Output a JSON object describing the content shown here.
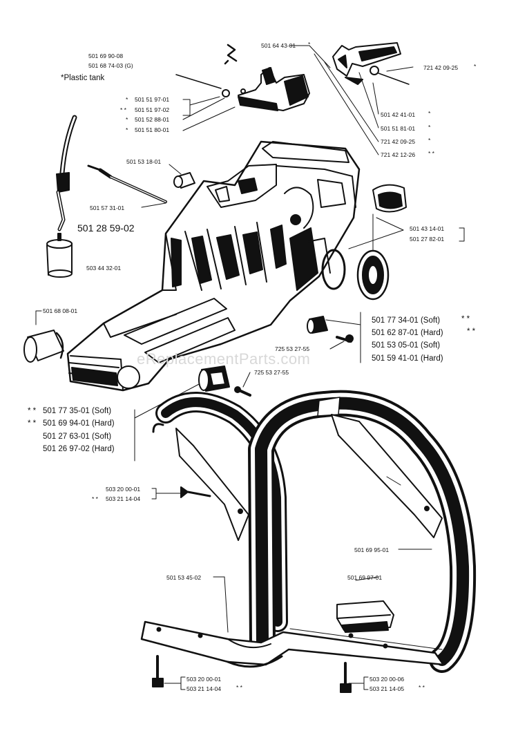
{
  "labels": {
    "filler_cap_1": "501 69 90-08",
    "filler_cap_2": "501 68 74-03 (G)",
    "plastic_tank": "*Plastic tank",
    "filter_1": "501 51 97-01",
    "filter_2": "501 51 97-02",
    "filter_3": "501 52 88-01",
    "filter_4": "501 51 80-01",
    "spring_top": "501 64 43-01",
    "screw_top_right": "721 42 09-25",
    "trigger_1": "501 42 41-01",
    "trigger_2": "501 51 81-01",
    "trigger_3": "721 42 09-25",
    "trigger_4": "721 42 12-26",
    "grommet": "501 53 18-01",
    "rod": "501 57 31-01",
    "fuel_hose": "501 28 59-02",
    "fuel_filter": "503 44 32-01",
    "buffer_right_1": "501 43 14-01",
    "buffer_right_2": "501 27 82-01",
    "av_left": "501 68 08-01",
    "av_right_1": "501 77 34-01 (Soft)",
    "av_right_2": "501 62 87-01 (Hard)",
    "av_right_3": "501 53 05-01 (Soft)",
    "av_right_4": "501 59 41-01 (Hard)",
    "screw_mid_1": "725 53 27-55",
    "screw_mid_2": "725 53 27-55",
    "av_lower_1": "501 77 35-01 (Soft)",
    "av_lower_2": "501 69 94-01 (Hard)",
    "av_lower_3": "501 27 63-01 (Soft)",
    "av_lower_4": "501 26 97-02 (Hard)",
    "bolt_left_1": "503 20 00-01",
    "bolt_left_2": "503 21 14-04",
    "front_handle": "501 69 95-01",
    "bracket": "501 53 45-02",
    "clamp": "501 69 97-01",
    "bolt_bottom_left_1": "503 20 00-01",
    "bolt_bottom_left_2": "503 21 14-04",
    "bolt_bottom_right_1": "503 20 00-06",
    "bolt_bottom_right_2": "503 21 14-05",
    "watermark": "eReplacementParts.com"
  },
  "marks": {
    "single": "*",
    "double": "* *"
  }
}
